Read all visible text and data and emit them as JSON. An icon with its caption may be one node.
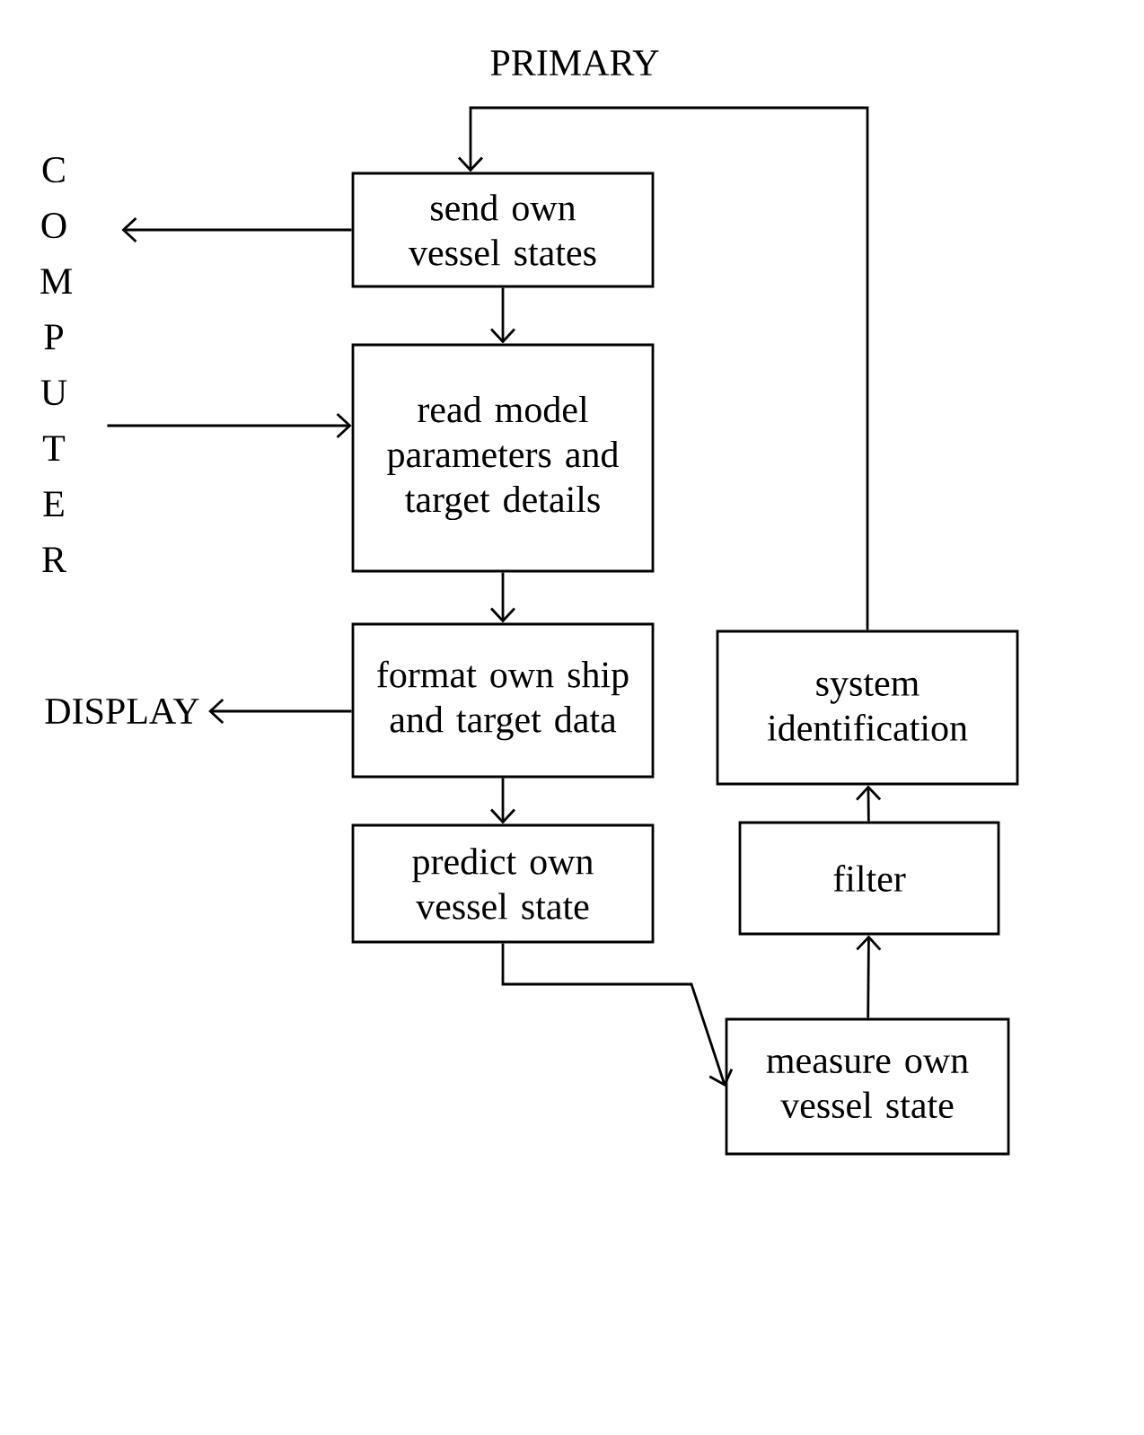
{
  "diagram": {
    "nodes": [
      {
        "text": [
          "send own vessel states"
        ]
      },
      {
        "text": [
          "read model parameters and target details"
        ]
      },
      {
        "text": [
          "format own ship and target data"
        ]
      },
      {
        "text": [
          "predict own vessel state"
        ]
      },
      {
        "text": [
          "measure own vessel state"
        ]
      },
      {
        "text": [
          "filter"
        ]
      },
      {
        "text": [
          "system identification"
        ]
      },
      {
        "text": [
          "COMPUTER"
        ]
      },
      {
        "text": [
          "DISPLAY"
        ]
      }
    ],
    "edges": [
      {
        "from": 0,
        "to": 1,
        "arrow": "to"
      },
      {
        "from": 1,
        "to": 2,
        "arrow": "to"
      },
      {
        "from": 2,
        "to": 3,
        "arrow": "to"
      },
      {
        "from": 3,
        "to": 4,
        "arrow": "to"
      },
      {
        "from": 4,
        "to": 5,
        "arrow": "to"
      },
      {
        "from": 5,
        "to": 6,
        "arrow": "to"
      },
      {
        "from": 6,
        "to": 0,
        "arrow": "to"
      },
      {
        "from": 0,
        "to": 7,
        "arrow": "to"
      },
      {
        "from": 7,
        "to": 1,
        "arrow": "to"
      },
      {
        "from": 2,
        "to": 8,
        "arrow": "to"
      }
    ],
    "labels": [
      "PRIMARY"
    ]
  }
}
